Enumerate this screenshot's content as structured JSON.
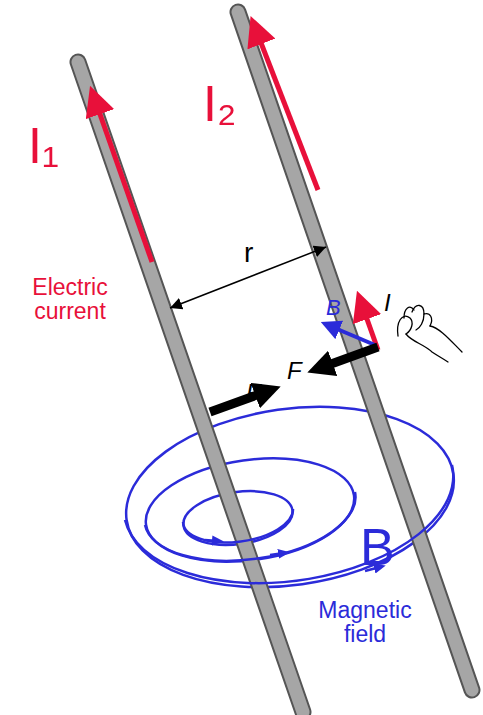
{
  "diagram": {
    "labels": [
      "I₁",
      "Electric current",
      "I₂",
      "r",
      "I",
      "B",
      "F",
      "F",
      "B",
      "Magnetic field"
    ]
  }
}
